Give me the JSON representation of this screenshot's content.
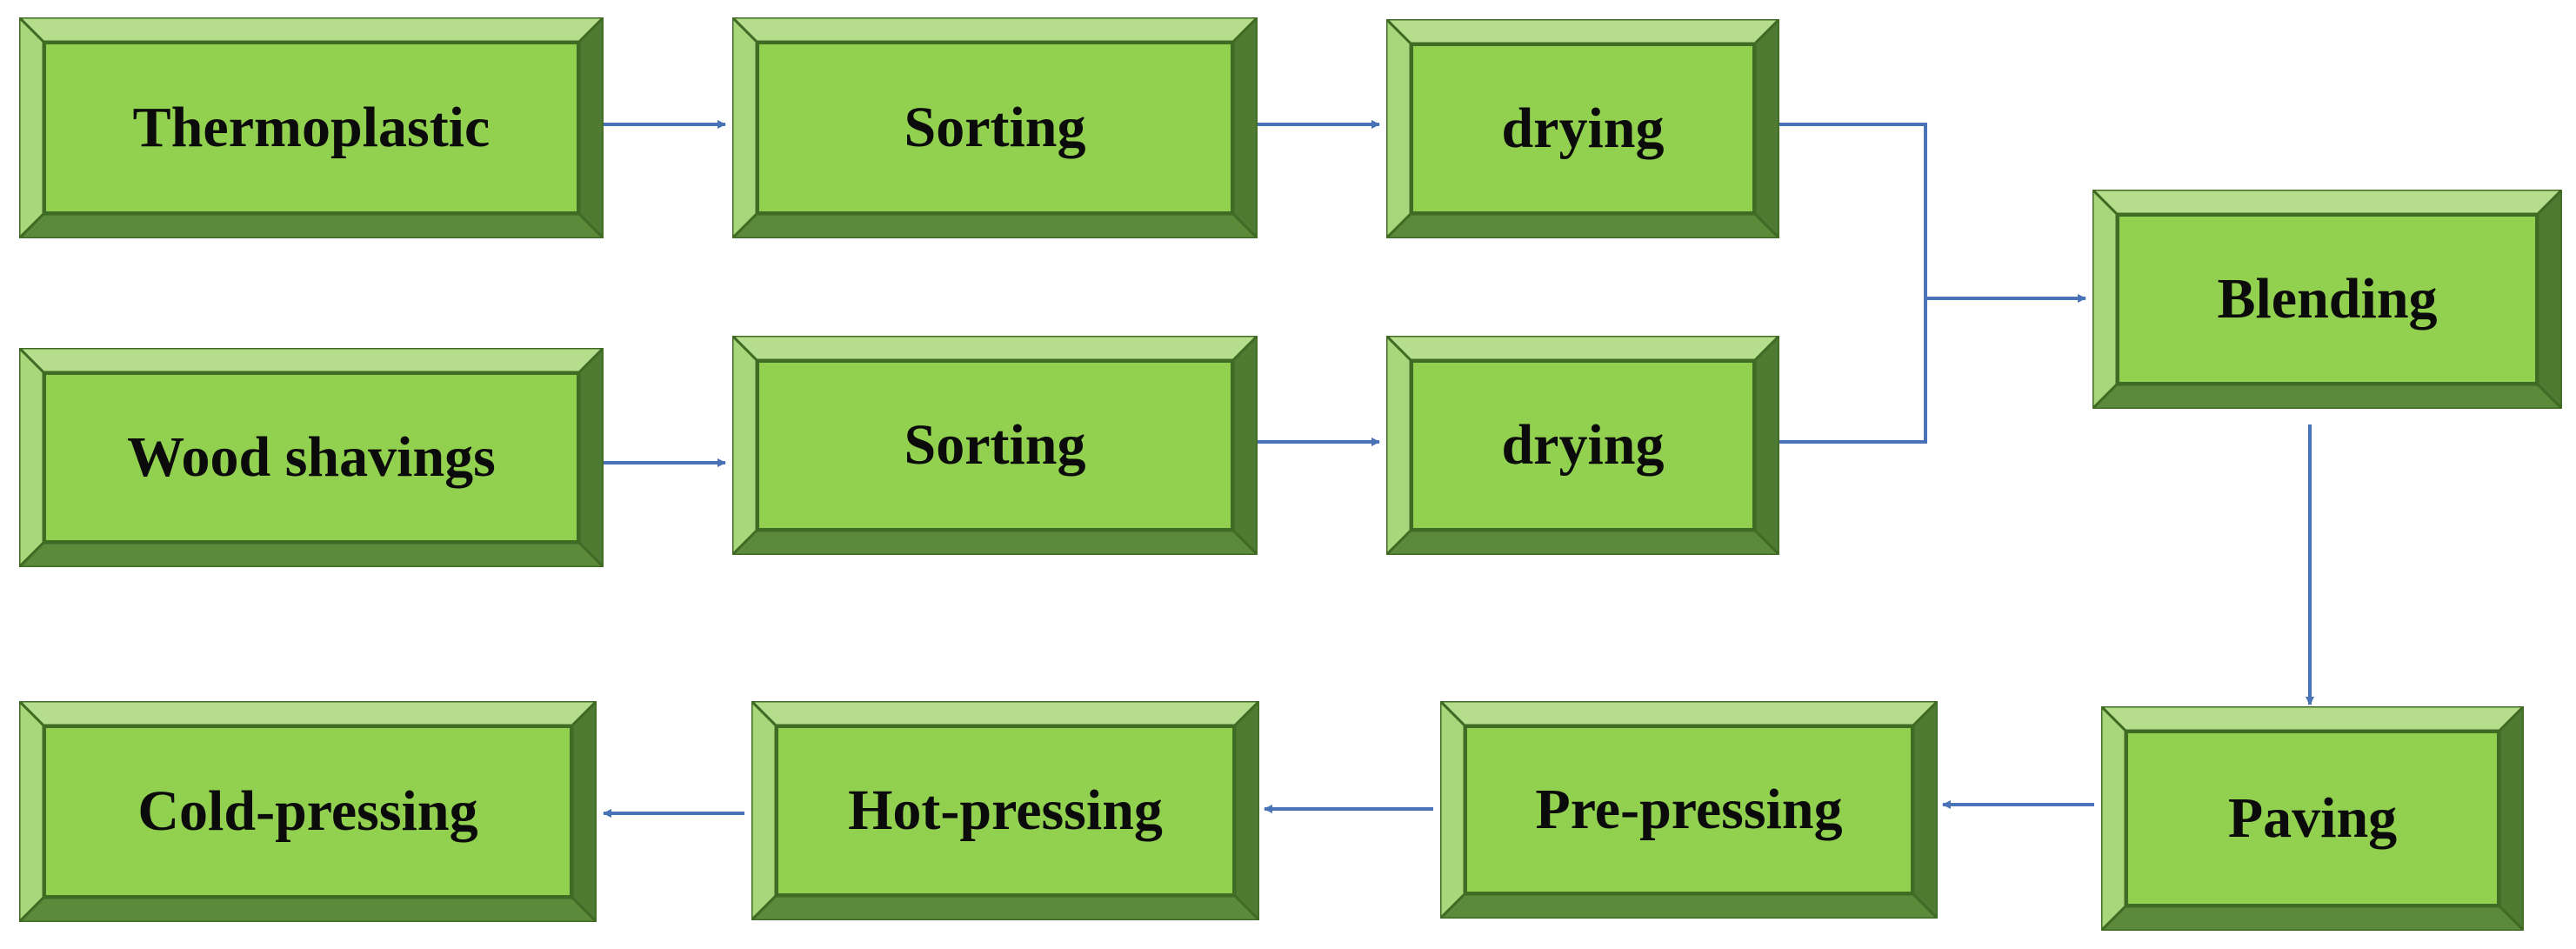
{
  "colors": {
    "face": "#92d050",
    "bevel_light_top": "#b5dd8c",
    "bevel_light_left": "#a9d67a",
    "bevel_dark_right": "#4f7a32",
    "bevel_dark_bottom": "#5c8a3b",
    "outline": "#3f6b24",
    "arrow": "#4a73b7"
  },
  "steps": {
    "thermoplastic": "Thermoplastic",
    "sorting_1": "Sorting",
    "drying_1": "drying",
    "wood_shavings": "Wood shavings",
    "sorting_2": "Sorting",
    "drying_2": "drying",
    "blending": "Blending",
    "paving": "Paving",
    "pre_pressing": "Pre-pressing",
    "hot_pressing": "Hot-pressing",
    "cold_pressing": "Cold-pressing"
  },
  "flow": [
    {
      "from": "thermoplastic",
      "to": "sorting_1"
    },
    {
      "from": "sorting_1",
      "to": "drying_1"
    },
    {
      "from": "wood_shavings",
      "to": "sorting_2"
    },
    {
      "from": "sorting_2",
      "to": "drying_2"
    },
    {
      "from": "drying_1",
      "to": "blending"
    },
    {
      "from": "drying_2",
      "to": "blending"
    },
    {
      "from": "blending",
      "to": "paving"
    },
    {
      "from": "paving",
      "to": "pre_pressing"
    },
    {
      "from": "pre_pressing",
      "to": "hot_pressing"
    },
    {
      "from": "hot_pressing",
      "to": "cold_pressing"
    }
  ]
}
